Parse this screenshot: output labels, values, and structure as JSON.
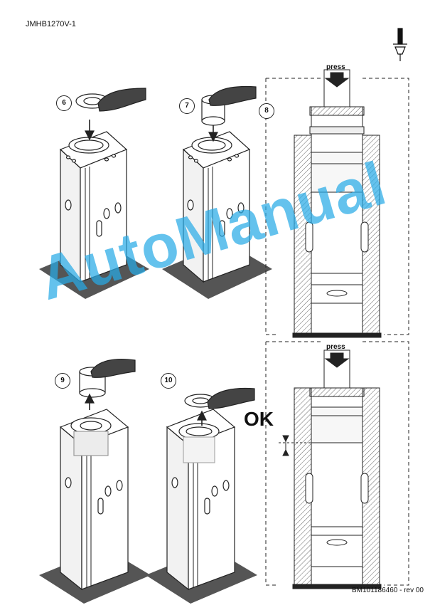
{
  "header": {
    "document_code": "JMHB1270V-1"
  },
  "footer": {
    "reference": "BM101186460 - rev 00"
  },
  "steps": [
    {
      "number": "6"
    },
    {
      "number": "7"
    },
    {
      "number": "8"
    },
    {
      "number": "9"
    },
    {
      "number": "10"
    }
  ],
  "press_labels": [
    "press",
    "press"
  ],
  "ok_label": "OK",
  "watermark": "AutoManual"
}
